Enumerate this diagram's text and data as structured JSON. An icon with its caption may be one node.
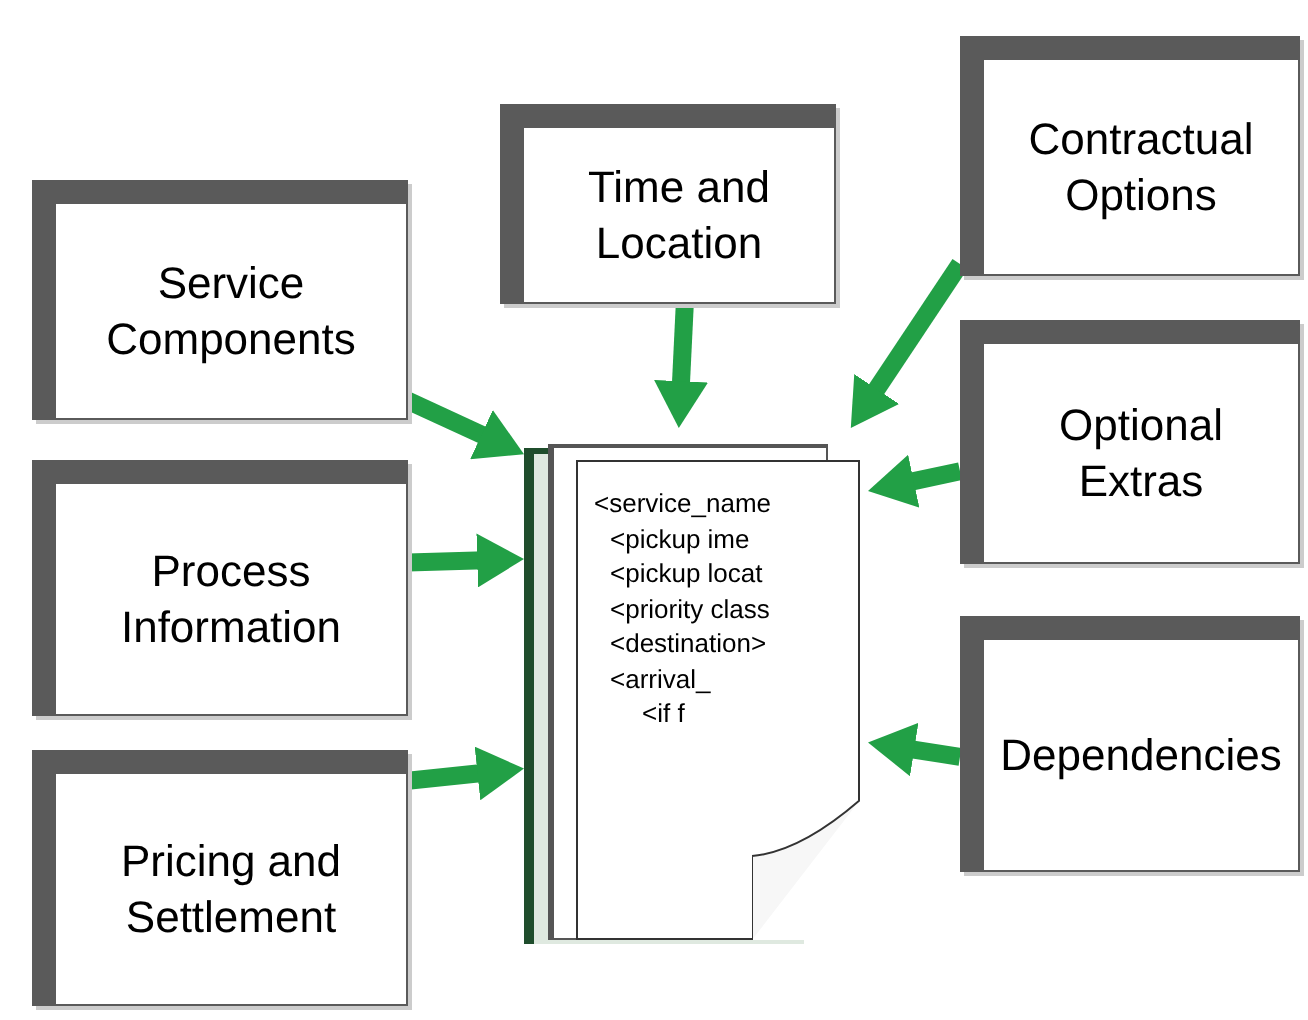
{
  "diagram": {
    "nodes": [
      {
        "text": [
          "Contractual Options"
        ]
      },
      {
        "text": [
          "Time and Location"
        ]
      },
      {
        "text": [
          "Service Components"
        ]
      },
      {
        "text": [
          "Optional Extras"
        ]
      },
      {
        "text": [
          "Process Information"
        ]
      },
      {
        "text": [
          "<service_name",
          "<pickup ime",
          "<pickup locat",
          "<priority class",
          "<destination>",
          "<arrival_",
          "<if f"
        ]
      },
      {
        "text": [
          "Dependencies"
        ]
      },
      {
        "text": [
          "Pricing and Settlement"
        ]
      }
    ],
    "edges": [
      {
        "from": 0,
        "to": 5,
        "arrow": "to"
      },
      {
        "from": 1,
        "to": 5,
        "arrow": "to"
      },
      {
        "from": 2,
        "to": 5,
        "arrow": "to"
      },
      {
        "from": 3,
        "to": 5,
        "arrow": "to"
      },
      {
        "from": 4,
        "to": 5,
        "arrow": "to"
      },
      {
        "from": 6,
        "to": 5,
        "arrow": "to"
      },
      {
        "from": 7,
        "to": 5,
        "arrow": "to"
      }
    ]
  }
}
